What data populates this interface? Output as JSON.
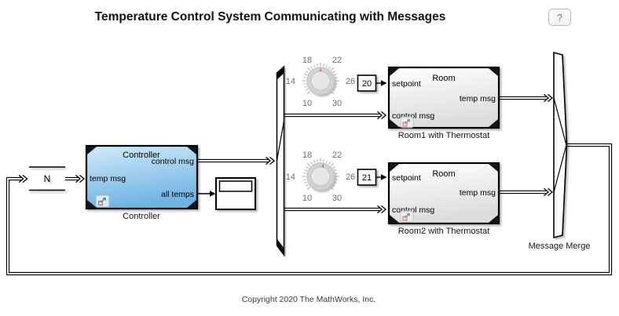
{
  "title": "Temperature Control System Communicating with Messages",
  "help": {
    "label": "?"
  },
  "copyright": "Copyright 2020 The MathWorks, Inc.",
  "blocks": {
    "queue": {
      "label": "N"
    },
    "controller": {
      "title": "Controller",
      "out_control": "control msg",
      "in_temp": "temp msg",
      "out_alltemps": "all temps",
      "label": "Controller"
    },
    "room1": {
      "title": "Room",
      "in_setpoint": "setpoint",
      "out_temp": "temp msg",
      "in_control": "control msg",
      "label": "Room1 with Thermostat",
      "setpoint": "20"
    },
    "room2": {
      "title": "Room",
      "in_setpoint": "setpoint",
      "out_temp": "temp msg",
      "in_control": "control msg",
      "label": "Room2 with Thermostat",
      "setpoint": "21"
    },
    "merge": {
      "label": "Message Merge"
    }
  },
  "knob": {
    "ticks": [
      "10",
      "14",
      "18",
      "22",
      "26",
      "30"
    ]
  },
  "colors": {
    "controller_top": "#d2eafb",
    "controller_bottom": "#6fb3e2",
    "room_top": "#ffffff",
    "room_bottom": "#dcdcdc",
    "needle": "#e0473d",
    "corner": "#10181f"
  }
}
